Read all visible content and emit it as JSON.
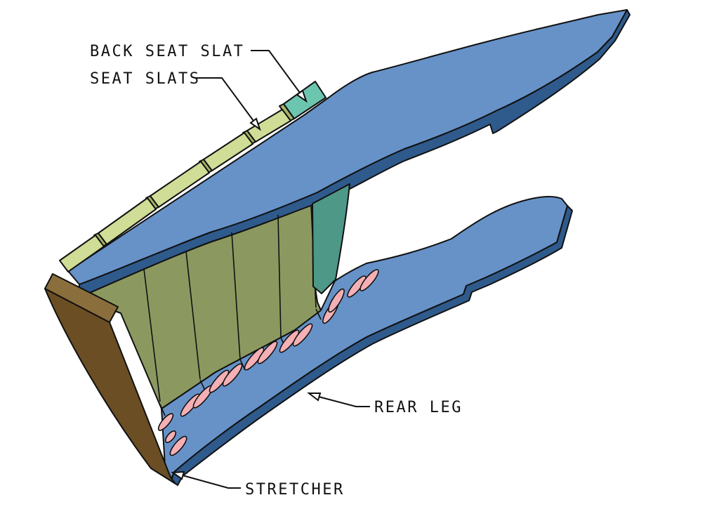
{
  "figure": {
    "labels": {
      "back_seat_slat": "BACK SEAT SLAT",
      "seat_slats": "SEAT SLATS",
      "rear_leg": "REAR LEG",
      "stretcher": "STRETCHER"
    },
    "colors": {
      "background": "#ffffff",
      "leg_top": "#6692c8",
      "leg_edge": "#2f5a8c",
      "slat_top": "#d0dd96",
      "slat_side": "#a3b469",
      "back_slat_top": "#6cc5ae",
      "back_slat_side": "#40917f",
      "slat_underside": "#8b9960",
      "back_slat_underside": "#4e9888",
      "stretcher_front": "#6b4e23",
      "stretcher_top": "#8a6f3c",
      "pocket_hole": "#f4b0b4",
      "outline": "#111111",
      "text": "#111111"
    }
  }
}
